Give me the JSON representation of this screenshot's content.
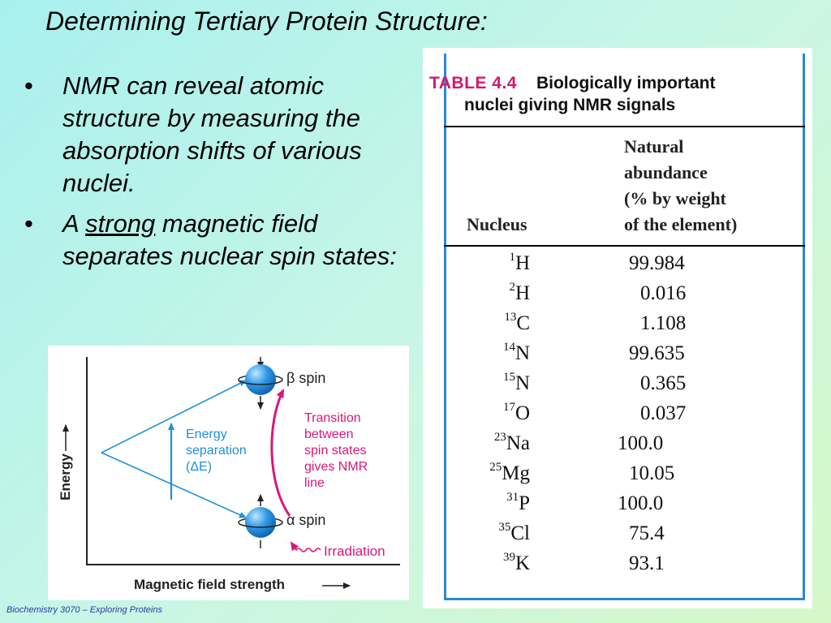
{
  "slide": {
    "title": "Determining Tertiary Protein Structure:",
    "bullets": [
      {
        "text": "NMR can reveal atomic structure by measuring the absorption shifts of various nuclei."
      },
      {
        "pre": "A ",
        "emph": "strong",
        "post": " magnetic field separates nuclear spin states:"
      }
    ],
    "bullet_glyph": "•",
    "footer": "Biochemistry 3070 – Exploring Proteins"
  },
  "diagram": {
    "y_axis_label": "Energy",
    "x_axis_label": "Magnetic field strength",
    "beta_label": "β spin",
    "alpha_label": "α spin",
    "separation_lines": [
      "Energy",
      "separation",
      "(ΔE)"
    ],
    "transition_lines": [
      "Transition",
      "between",
      "spin states",
      "gives NMR",
      "line"
    ],
    "irradiation_label": "Irradiation",
    "colors": {
      "blue": "#1e90d8",
      "magenta": "#d8177a"
    }
  },
  "table": {
    "label": "TABLE 4.4",
    "title_line1": "Biologically important",
    "title_line2": "nuclei giving NMR signals",
    "col1": "Nucleus",
    "col2_lines": [
      "Natural",
      "abundance",
      "(% by weight",
      "of the element)"
    ],
    "rows": [
      {
        "mass": "1",
        "sym": "H",
        "abundance": "99.984"
      },
      {
        "mass": "2",
        "sym": "H",
        "abundance": "0.016"
      },
      {
        "mass": "13",
        "sym": "C",
        "abundance": "1.108"
      },
      {
        "mass": "14",
        "sym": "N",
        "abundance": "99.635"
      },
      {
        "mass": "15",
        "sym": "N",
        "abundance": "0.365"
      },
      {
        "mass": "17",
        "sym": "O",
        "abundance": "0.037"
      },
      {
        "mass": "23",
        "sym": "Na",
        "abundance": "100.0"
      },
      {
        "mass": "25",
        "sym": "Mg",
        "abundance": "10.05"
      },
      {
        "mass": "31",
        "sym": "P",
        "abundance": "100.0"
      },
      {
        "mass": "35",
        "sym": "Cl",
        "abundance": "75.4"
      },
      {
        "mass": "39",
        "sym": "K",
        "abundance": "93.1"
      }
    ],
    "colors": {
      "frame": "#2a88d0",
      "label": "#d5176f"
    }
  }
}
